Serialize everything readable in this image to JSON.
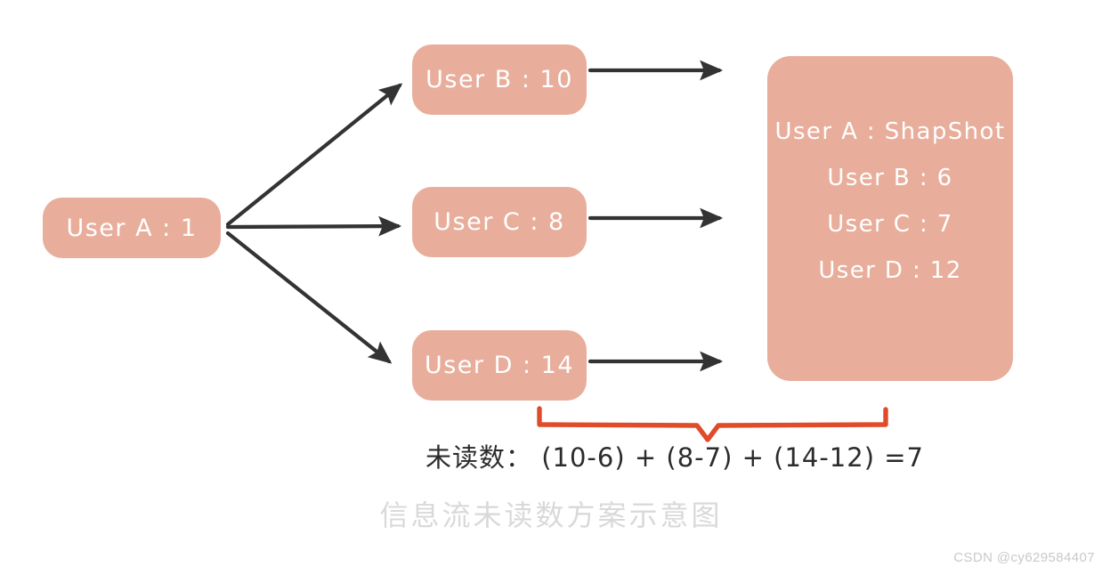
{
  "diagram": {
    "title_caption": "信息流未读数方案示意图",
    "watermark": "CSDN @cy629584407",
    "colors": {
      "box_fill": "#e8ae9b",
      "box_text": "#ffffff",
      "arrow": "#333333",
      "bracket": "#e04b2a",
      "formula_text": "#2b2b2b",
      "caption_text": "#d9d9d9",
      "watermark_text": "#c9c9c9",
      "background": "#ffffff"
    },
    "source_node": {
      "label": "User A : 1",
      "user": "User A",
      "value": "1"
    },
    "fanout_nodes": [
      {
        "label": "User B : 10",
        "user": "User B",
        "value": "10"
      },
      {
        "label": "User C : 8",
        "user": "User C",
        "value": "8"
      },
      {
        "label": "User D : 14",
        "user": "User D",
        "value": "14"
      }
    ],
    "snapshot_panel": {
      "lines": [
        "User A : ShapShot",
        "User B : 6",
        "User C : 7",
        "User D : 12"
      ],
      "entries": [
        {
          "user": "User A",
          "value": "ShapShot"
        },
        {
          "user": "User B",
          "value": "6"
        },
        {
          "user": "User C",
          "value": "7"
        },
        {
          "user": "User D",
          "value": "12"
        }
      ]
    },
    "formula": {
      "text": "未读数： (10-6) + (8-7) + (14-12) =7",
      "label": "未读数：",
      "terms": [
        "(10-6)",
        "(8-7)",
        "(14-12)"
      ],
      "result": "=7"
    }
  }
}
